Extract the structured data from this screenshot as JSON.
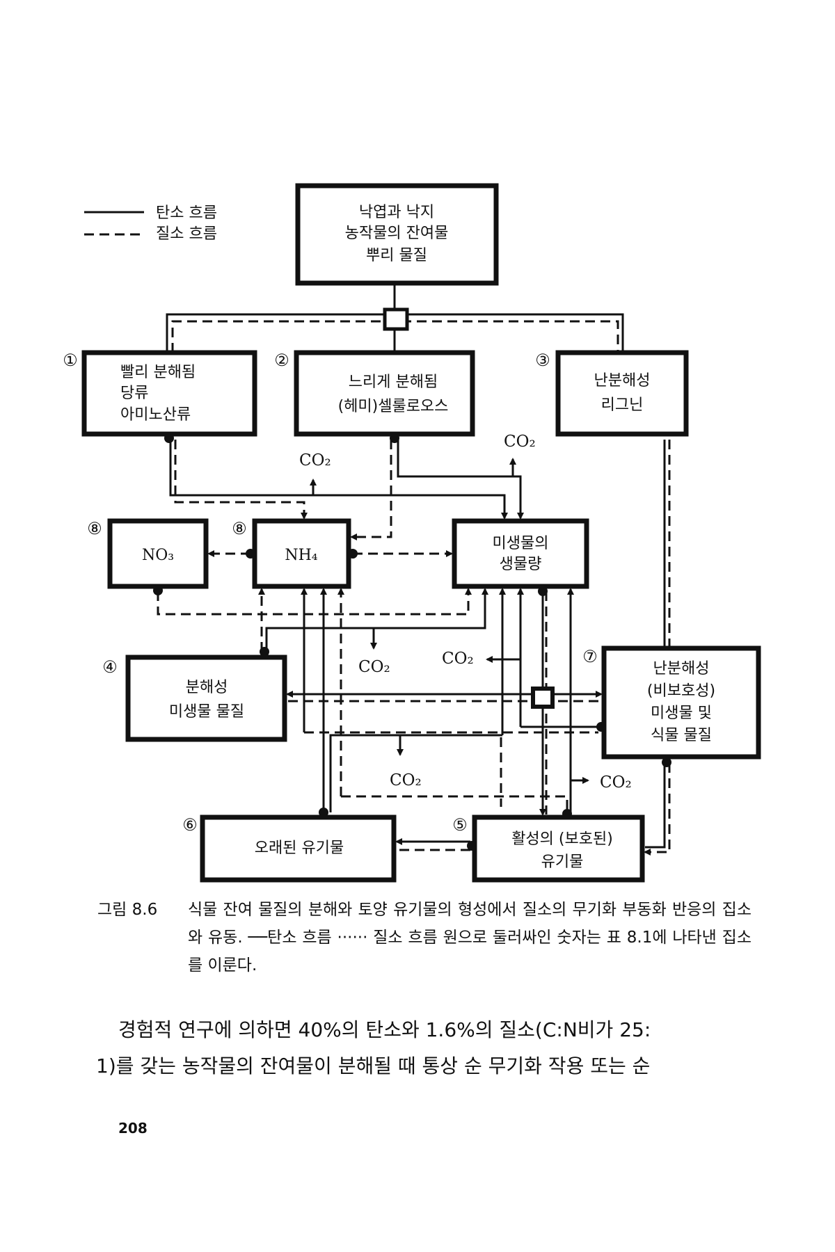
{
  "legend": {
    "carbon": "탄소 흐름",
    "nitrogen": "질소 흐름"
  },
  "boxes": {
    "top": [
      "낙엽과 낙지",
      "농작물의 잔여물",
      "뿌리 물질"
    ],
    "b1": {
      "num": "①",
      "lines": [
        "빨리 분해됨",
        "당류",
        "아미노산류"
      ]
    },
    "b2": {
      "num": "②",
      "lines": [
        "느리게 분해됨",
        "(헤미)셀룰로오스"
      ]
    },
    "b3": {
      "num": "③",
      "lines": [
        "난분해성",
        "리그닌"
      ]
    },
    "no3": {
      "num": "⑧",
      "label": "NO₃"
    },
    "nh4": {
      "num": "⑧",
      "label": "NH₄"
    },
    "biomass": {
      "lines": [
        "미생물의",
        "생물량"
      ]
    },
    "b4": {
      "num": "④",
      "lines": [
        "분해성",
        "미생물 물질"
      ]
    },
    "b7": {
      "num": "⑦",
      "lines": [
        "난분해성",
        "(비보호성)",
        "미생물 및",
        "식물 물질"
      ]
    },
    "b6": {
      "num": "⑥",
      "lines": [
        "오래된 유기물"
      ]
    },
    "b5": {
      "num": "⑤",
      "lines": [
        "활성의 (보호된)",
        "유기물"
      ]
    }
  },
  "co2": "CO₂",
  "caption": {
    "label": "그림 8.6",
    "text": "식물 잔여 물질의 분해와 토양 유기물의 형성에서 질소의 무기화 부동화 반응의 집소와 유동. ──탄소 흐름 ······ 질소 흐름 원으로 둘러싸인 숫자는 표 8.1에 나타낸 집소를 이룬다."
  },
  "body": [
    "경험적 연구에 의하면 40%의 탄소와 1.6%의 질소(C:N비가 25:",
    "1)를 갖는 농작물의 잔여물이 분해될 때 통상 순 무기화 작용 또는 순"
  ],
  "page_number": "208"
}
